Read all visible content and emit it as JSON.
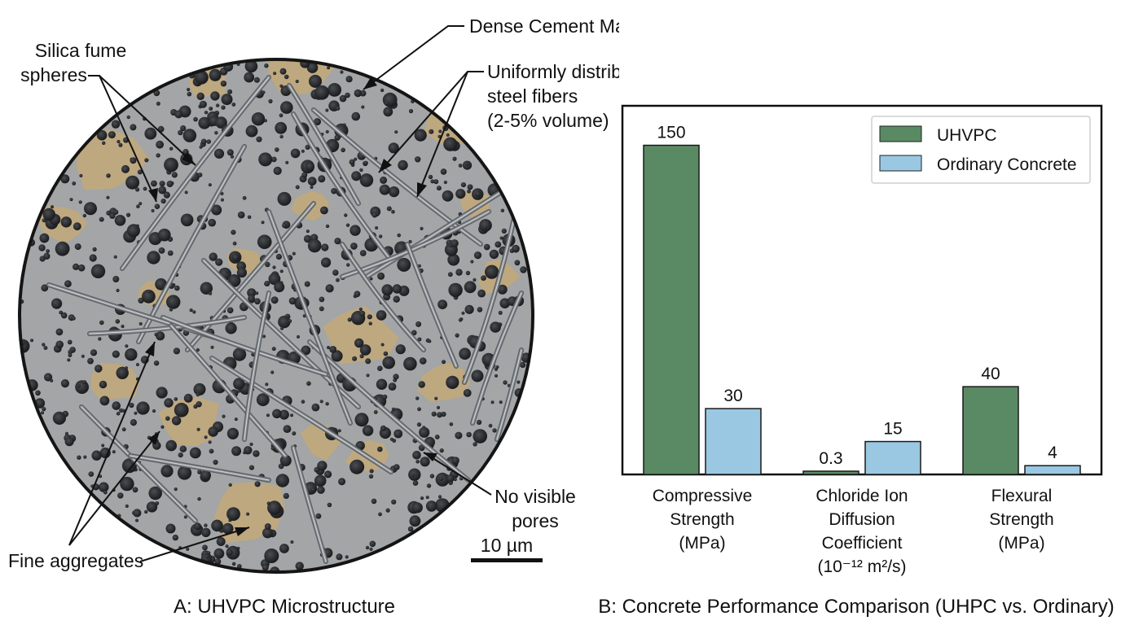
{
  "panel_a": {
    "caption": "A: UHVPC Microstructure",
    "callouts": {
      "silica_fume": [
        "Silica fume",
        "spheres"
      ],
      "dense_matrix": "Dense Cement Matrix",
      "steel_fibers": [
        "Uniformly distributed",
        "steel fibers",
        "(2-5% volume)"
      ],
      "no_pores": [
        "No visible",
        "pores"
      ],
      "fine_aggregates": "Fine aggregates"
    },
    "scale_bar": "10 µm",
    "colors": {
      "matrix": "#a3a5a6",
      "aggregate": "#c2a87a",
      "fiber": "#8e9296",
      "pore": "#2c2e31"
    }
  },
  "panel_b": {
    "caption": "B: Concrete Performance Comparison (UHPC vs. Ordinary)"
  },
  "chart_data": {
    "type": "bar",
    "categories": [
      [
        "Compressive",
        "Strength",
        "(MPa)"
      ],
      [
        "Chloride Ion",
        "Diffusion",
        "Coefficient",
        "(10⁻¹² m²/s)"
      ],
      [
        "Flexural",
        "Strength",
        "(MPa)"
      ]
    ],
    "series": [
      {
        "name": "UHVPC",
        "values": [
          150,
          0.3,
          40
        ],
        "labels": [
          "150",
          "0.3",
          "40"
        ],
        "color": "#5a8a63"
      },
      {
        "name": "Ordinary Concrete",
        "values": [
          30,
          15,
          4
        ],
        "labels": [
          "30",
          "15",
          "4"
        ],
        "color": "#9ac8e2"
      }
    ],
    "ylim": [
      0,
      168
    ],
    "grid": false,
    "y_axis_ticks": false,
    "legend_position": "top-right"
  }
}
